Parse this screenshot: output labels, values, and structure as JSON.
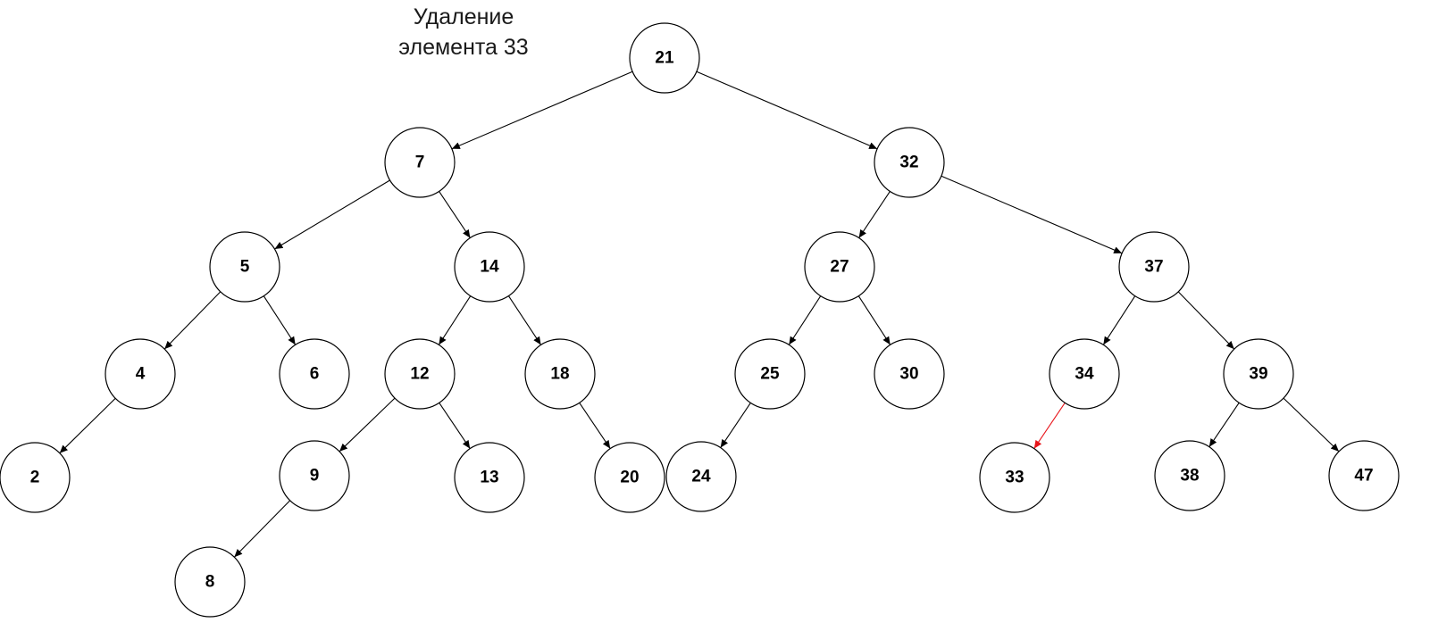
{
  "title": {
    "line1": "Удаление",
    "line2": "элемента 33"
  },
  "colors": {
    "default": "#000000",
    "highlight": "#e8141a"
  },
  "nodes": [
    {
      "id": "21",
      "label": "21"
    },
    {
      "id": "7",
      "label": "7"
    },
    {
      "id": "32",
      "label": "32"
    },
    {
      "id": "5",
      "label": "5"
    },
    {
      "id": "14",
      "label": "14"
    },
    {
      "id": "27",
      "label": "27"
    },
    {
      "id": "37",
      "label": "37"
    },
    {
      "id": "4",
      "label": "4"
    },
    {
      "id": "6",
      "label": "6"
    },
    {
      "id": "12",
      "label": "12"
    },
    {
      "id": "18",
      "label": "18"
    },
    {
      "id": "25",
      "label": "25"
    },
    {
      "id": "30",
      "label": "30"
    },
    {
      "id": "34",
      "label": "34"
    },
    {
      "id": "39",
      "label": "39"
    },
    {
      "id": "2",
      "label": "2"
    },
    {
      "id": "9",
      "label": "9"
    },
    {
      "id": "13",
      "label": "13"
    },
    {
      "id": "20",
      "label": "20"
    },
    {
      "id": "24",
      "label": "24"
    },
    {
      "id": "33",
      "label": "33",
      "highlight": true
    },
    {
      "id": "38",
      "label": "38"
    },
    {
      "id": "47",
      "label": "47"
    },
    {
      "id": "8",
      "label": "8"
    }
  ],
  "edges": [
    {
      "from": "21",
      "to": "7"
    },
    {
      "from": "21",
      "to": "32"
    },
    {
      "from": "7",
      "to": "5"
    },
    {
      "from": "7",
      "to": "14"
    },
    {
      "from": "32",
      "to": "27"
    },
    {
      "from": "32",
      "to": "37"
    },
    {
      "from": "5",
      "to": "4"
    },
    {
      "from": "5",
      "to": "6"
    },
    {
      "from": "14",
      "to": "12"
    },
    {
      "from": "14",
      "to": "18"
    },
    {
      "from": "27",
      "to": "25"
    },
    {
      "from": "27",
      "to": "30"
    },
    {
      "from": "37",
      "to": "34"
    },
    {
      "from": "37",
      "to": "39"
    },
    {
      "from": "4",
      "to": "2"
    },
    {
      "from": "12",
      "to": "9"
    },
    {
      "from": "12",
      "to": "13"
    },
    {
      "from": "18",
      "to": "20"
    },
    {
      "from": "25",
      "to": "24"
    },
    {
      "from": "34",
      "to": "33",
      "highlight": true
    },
    {
      "from": "39",
      "to": "38"
    },
    {
      "from": "39",
      "to": "47"
    },
    {
      "from": "9",
      "to": "8"
    }
  ]
}
